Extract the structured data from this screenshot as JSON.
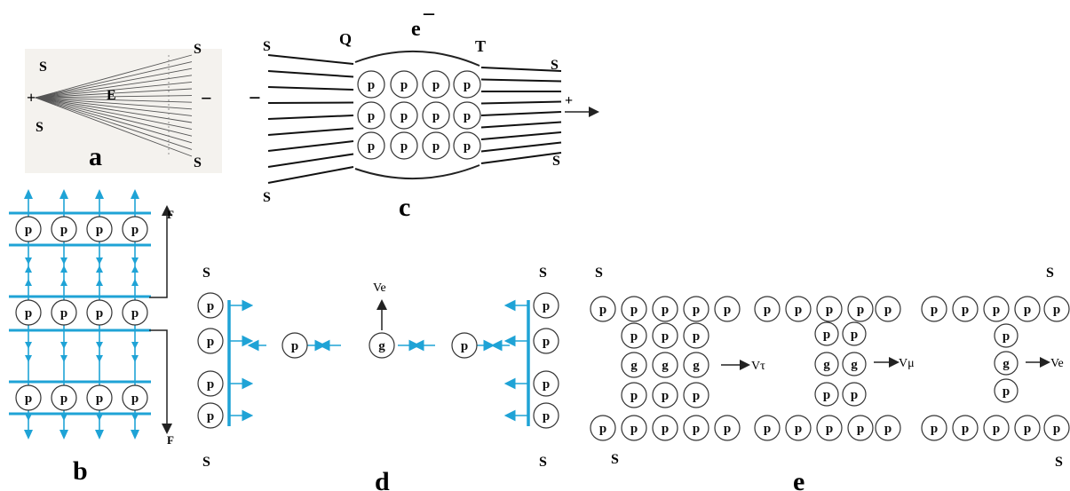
{
  "panels": {
    "a": "a",
    "b": "b",
    "c": "c",
    "d": "d",
    "e": "e"
  },
  "labels": {
    "plus": "+",
    "minus": "−",
    "s": "S",
    "e_field": "E",
    "q": "Q",
    "t": "T",
    "electron": "e",
    "electron_sign": "–",
    "force": "F",
    "proton": "p",
    "gluon": "g",
    "ve": "Ve",
    "v_tau": "Vτ",
    "v_mu": "Vμ"
  },
  "colors": {
    "field_line_blue": "#1fa3d6",
    "ink": "#222222",
    "background": "#ffffff"
  }
}
